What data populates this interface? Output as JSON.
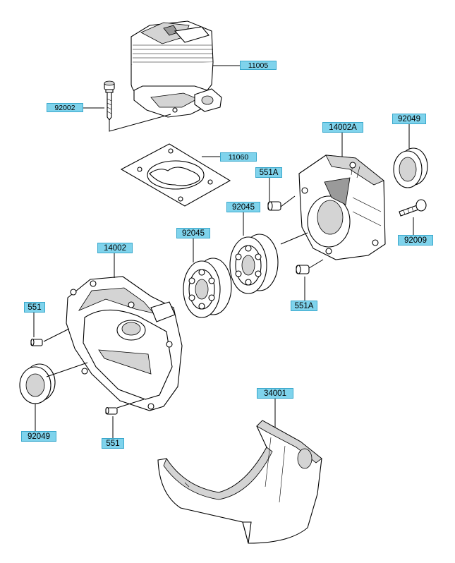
{
  "labels": {
    "cylinder": "11005",
    "cylinder_bolt": "92002",
    "gasket": "11060",
    "crankcase_right": "14002A",
    "oil_seal_right": "92049",
    "pin_upper": "551A",
    "bearing_upper": "92045",
    "case_bolt": "92009",
    "pin_lower_right": "551A",
    "crankcase_left": "14002",
    "bearing_lower": "92045",
    "pin_left_upper": "551",
    "oil_seal_left": "92049",
    "pin_left_lower": "551",
    "cover": "34001"
  },
  "colors": {
    "label_fill": "#7fd3ec",
    "label_border": "#3aa8cc",
    "line": "#000000",
    "shade": "#d4d4d4"
  }
}
